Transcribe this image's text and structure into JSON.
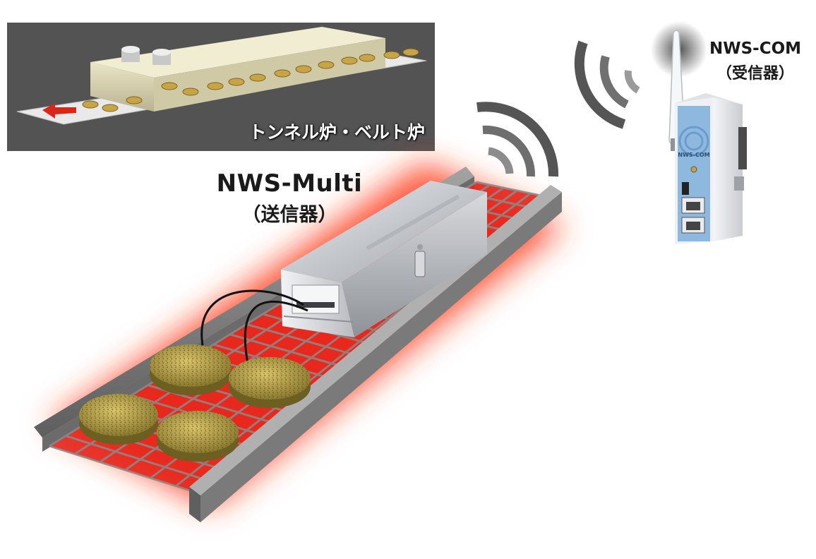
{
  "transmitter": {
    "name": "NWS-Multi",
    "role": "（送信器）"
  },
  "receiver": {
    "name": "NWS-COM",
    "role": "（受信器）",
    "device_label": "NWS-COM"
  },
  "inset": {
    "caption": "トンネル炉・ベルト炉"
  },
  "colors": {
    "inset_bg": "#545354",
    "heat_glow": "#ff3b14",
    "rail": "#7c7c7c",
    "device_silver": "#c9ccd0",
    "wave": "#555555",
    "receiver_blue": "#8fb8df",
    "arrow": "#d8261b",
    "food": "#c2a94a"
  },
  "icons": [
    "wireless-signal-icon",
    "antenna-icon",
    "arrow-left-icon"
  ]
}
